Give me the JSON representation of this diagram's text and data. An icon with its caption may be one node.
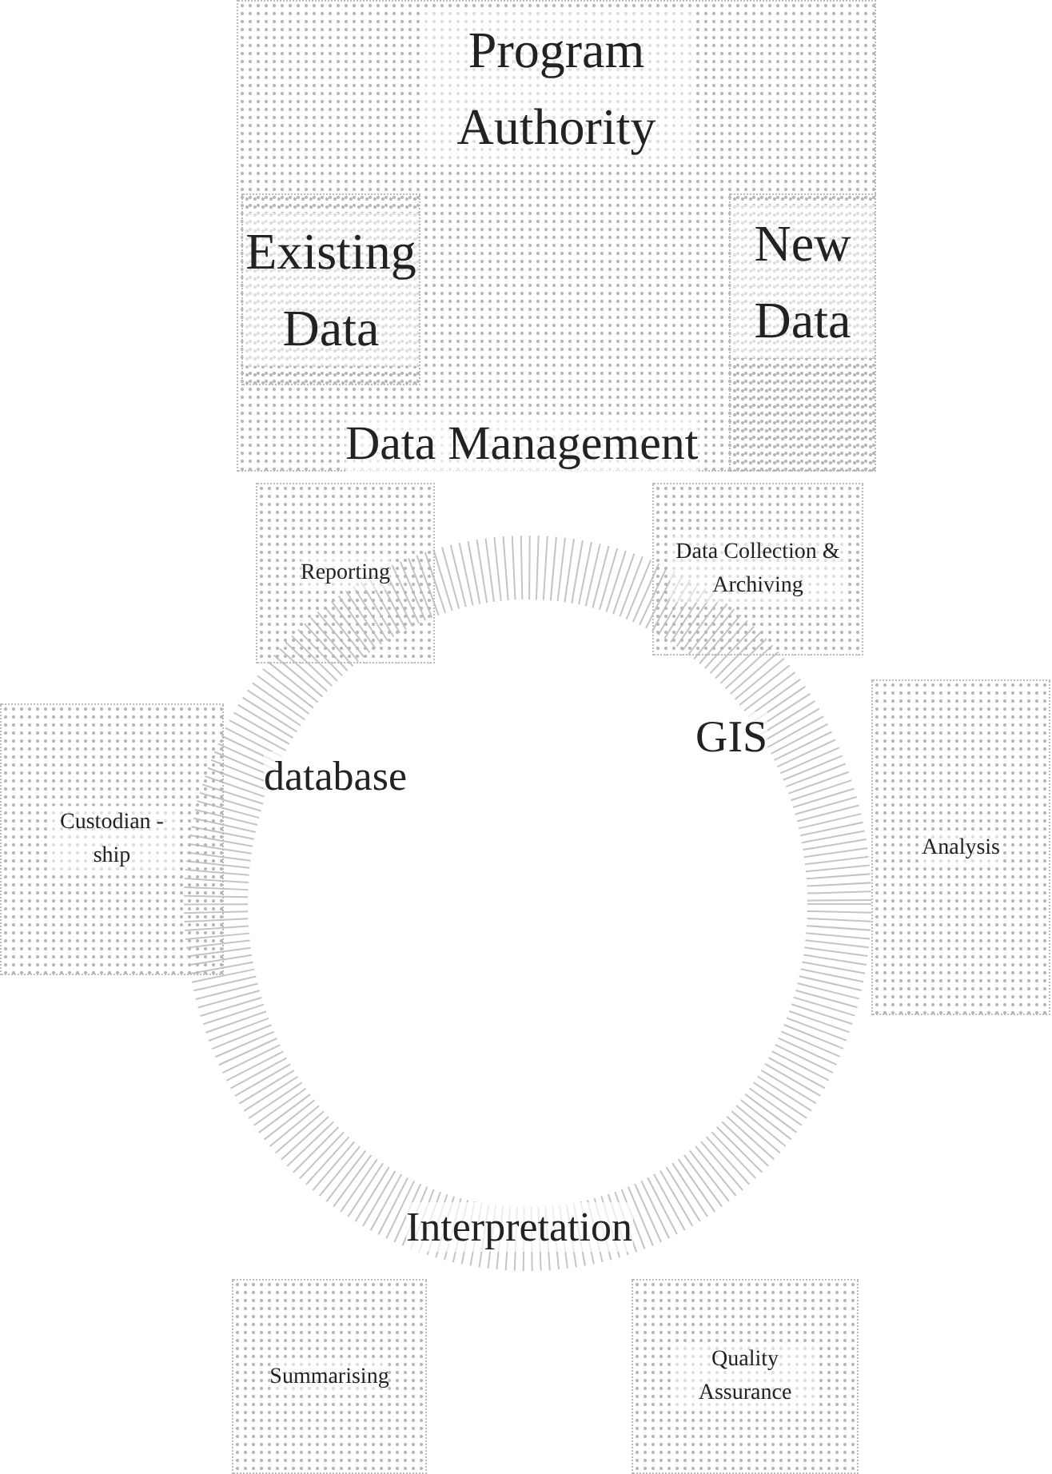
{
  "diagram": {
    "nodes": [
      {
        "text": [
          "Program Authority"
        ]
      },
      {
        "text": [
          "Existing Data"
        ],
        "in": 0
      },
      {
        "text": [
          "New Data"
        ],
        "in": 0
      },
      {
        "text": [
          "Reporting"
        ]
      },
      {
        "text": [
          "Data Collection & Archiving"
        ]
      },
      {
        "text": [
          "Custodian -ship"
        ]
      },
      {
        "text": [
          "Analysis"
        ]
      },
      {
        "text": [
          "Summarising"
        ]
      },
      {
        "text": [
          "Quality Assurance"
        ]
      }
    ],
    "labels": [
      "Data Management",
      "database",
      "GIS",
      "Interpretation"
    ]
  }
}
